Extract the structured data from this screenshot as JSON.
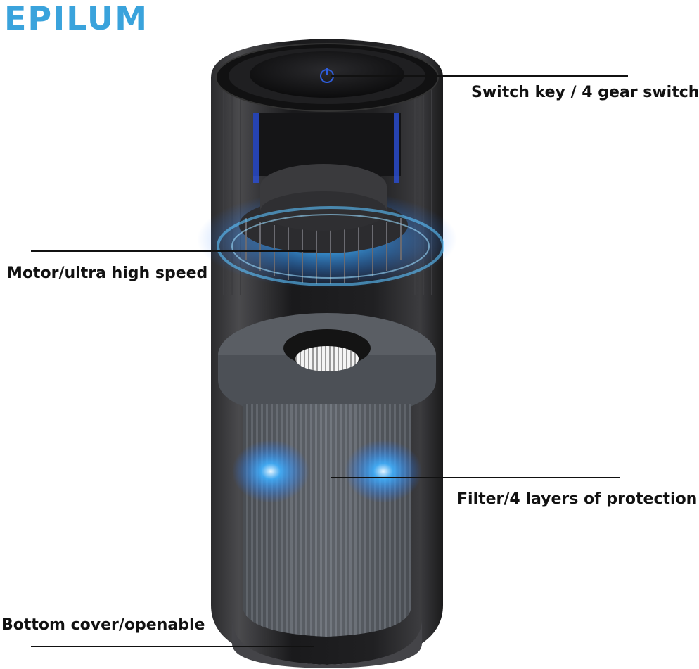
{
  "brand": {
    "name": "EPILUM",
    "color": "#3aa3dc"
  },
  "callouts": {
    "switch": "Switch key / 4 gear switch",
    "motor": "Motor/ultra high speed",
    "filter": "Filter/4 layers of protection",
    "bottom": "Bottom cover/openable"
  },
  "colors": {
    "body": "#1c1c1e",
    "glow": "#1e8fff",
    "filter": "#5a5f66"
  }
}
